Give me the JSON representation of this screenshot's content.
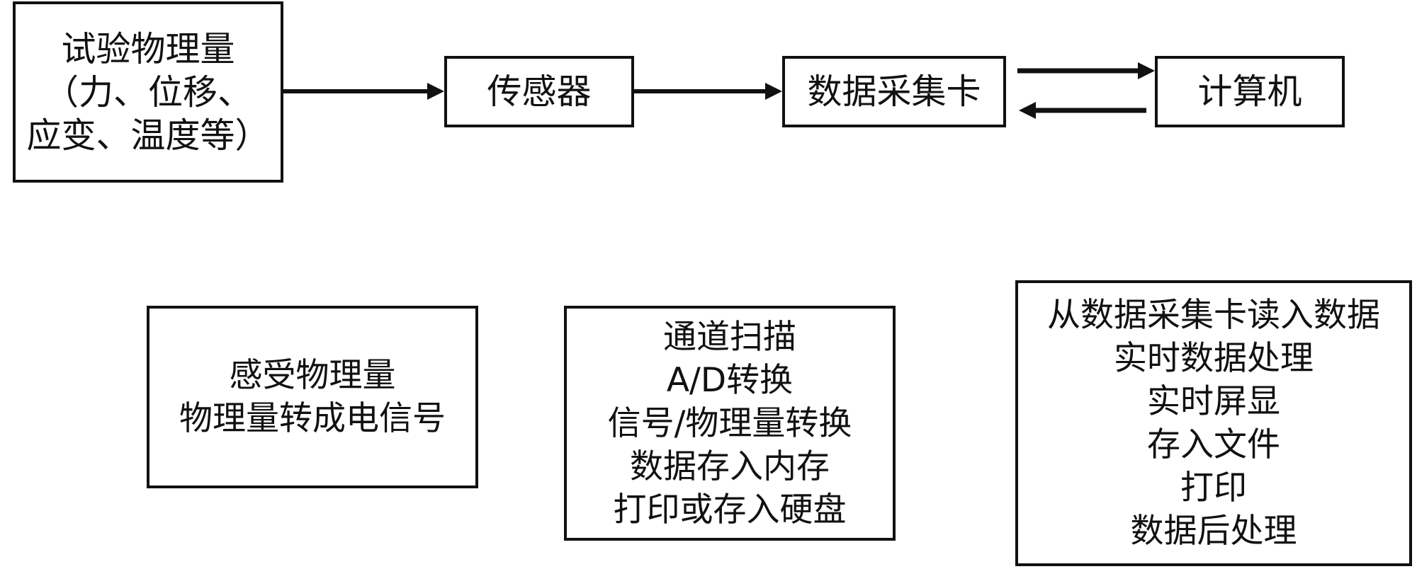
{
  "nodes": {
    "physical_quantity": {
      "lines": [
        "试验物理量",
        "（力、位移、",
        "应变、温度等）"
      ]
    },
    "sensor": {
      "lines": [
        "传感器"
      ]
    },
    "daq_card": {
      "lines": [
        "数据采集卡"
      ]
    },
    "computer": {
      "lines": [
        "计算机"
      ]
    }
  },
  "descriptions": {
    "sensor": {
      "lines": [
        "感受物理量",
        "物理量转成电信号"
      ]
    },
    "daq_card": {
      "lines": [
        "通道扫描",
        "A/D转换",
        "信号/物理量转换",
        "数据存入内存",
        "打印或存入硬盘"
      ]
    },
    "computer": {
      "lines": [
        "从数据采集卡读入数据",
        "实时数据处理",
        "实时屏显",
        "存入文件",
        "打印",
        "数据后处理"
      ]
    }
  },
  "edges": [
    {
      "from": "physical_quantity",
      "to": "sensor"
    },
    {
      "from": "sensor",
      "to": "daq_card"
    },
    {
      "from": "daq_card",
      "to": "computer"
    },
    {
      "from": "computer",
      "to": "daq_card"
    }
  ],
  "colors": {
    "stroke": "#111111",
    "background": "#ffffff"
  }
}
